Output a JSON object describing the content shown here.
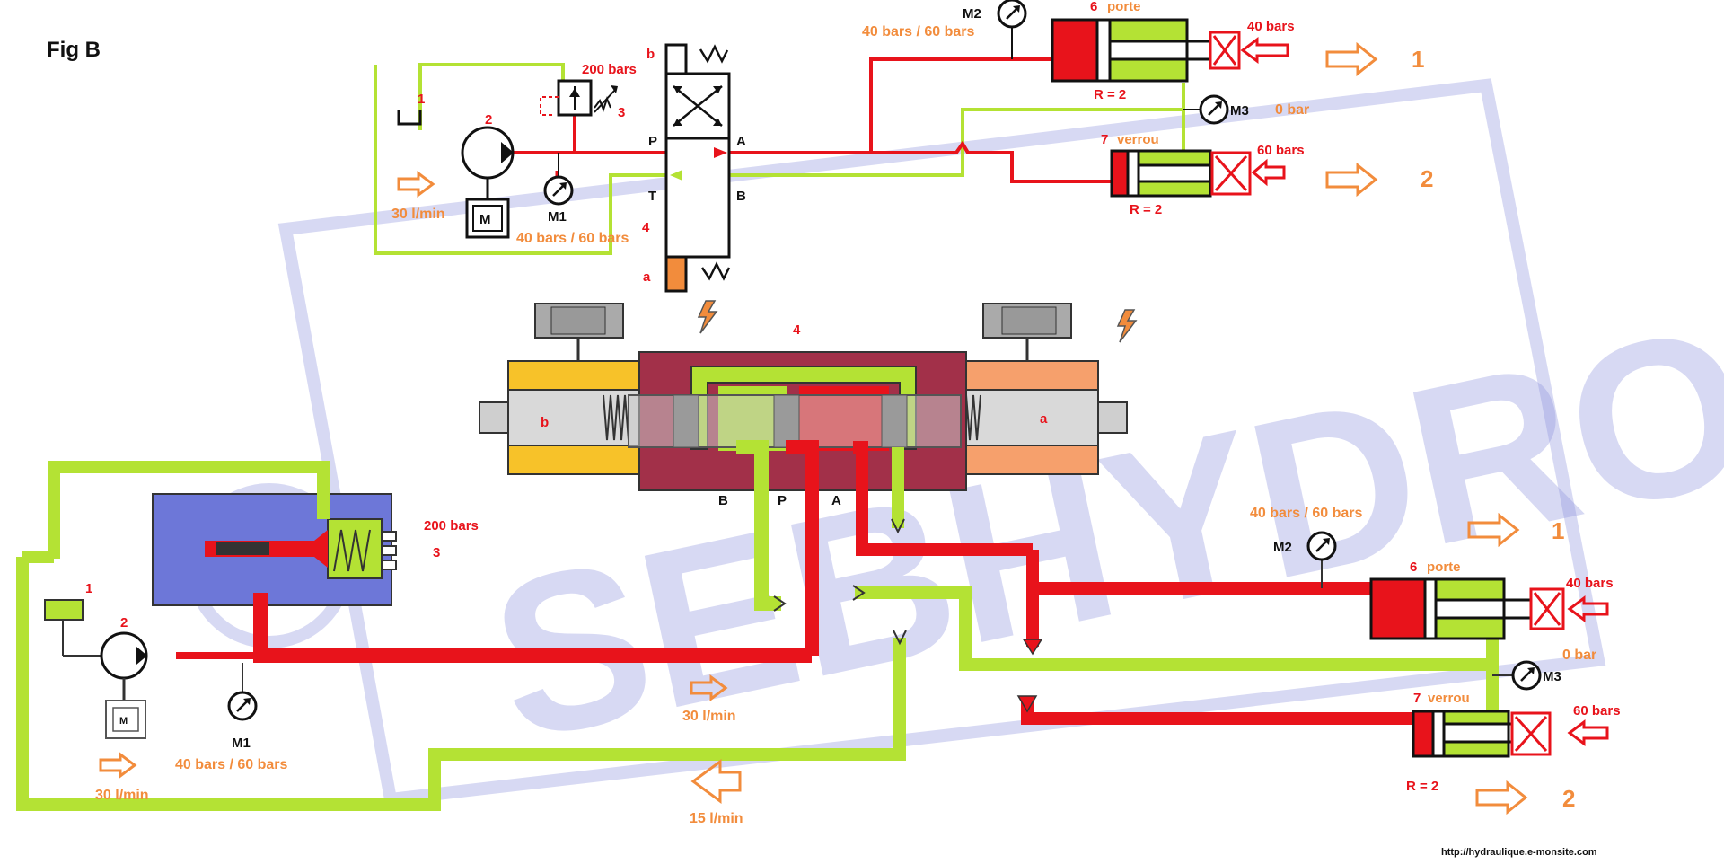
{
  "figure": {
    "title": "Fig B",
    "watermark_text": "SEBHYDRO",
    "source_url": "http://hydraulique.e-monsite.com"
  },
  "colors": {
    "pressure": "#e8131b",
    "return": "#b4e234",
    "accent": "#f28c3c",
    "valve_body": "#a23049",
    "reservoir": "#6d77d8",
    "watermark": "#8c93dd"
  },
  "schematic": {
    "tank_number": "1",
    "pump_number": "2",
    "relief_setting": "200 bars",
    "relief_number": "3",
    "valve_number": "4",
    "port_p": "P",
    "port_a": "A",
    "port_t": "T",
    "port_b": "B",
    "solenoid_b": "b",
    "solenoid_a": "a",
    "motor_label": "M",
    "gauge_m1": "M1",
    "gauge_m1_pressure": "40 bars / 60 bars",
    "flow_rate": "30 l/min",
    "gauge_m2": "M2",
    "gauge_m2_pressure": "40 bars / 60 bars",
    "cylinder_6_number": "6",
    "cylinder_6_name": "porte",
    "cylinder_6_load": "40 bars",
    "cylinder_6_ratio": "R = 2",
    "gauge_m3": "M3",
    "gauge_m3_pressure": "0 bar",
    "cylinder_7_number": "7",
    "cylinder_7_name": "verrou",
    "cylinder_7_load": "60 bars",
    "cylinder_7_ratio": "R = 2",
    "sequence_1": "1",
    "sequence_2": "2"
  },
  "cutaway": {
    "valve_number": "4",
    "solenoid_b": "b",
    "solenoid_a": "a",
    "port_b": "B",
    "port_p": "P",
    "port_a": "A",
    "relief_setting": "200 bars",
    "relief_number": "3",
    "tank_number": "1",
    "pump_number": "2",
    "motor_label": "M",
    "gauge_m1": "M1",
    "gauge_m1_pressure": "40 bars / 60 bars",
    "flow_pump": "30 l/min",
    "flow_pressure_line": "30 l/min",
    "flow_return_line": "15 l/min",
    "gauge_m2": "M2",
    "gauge_m2_pressure": "40 bars / 60 bars",
    "cylinder_6_number": "6",
    "cylinder_6_name": "porte",
    "cylinder_6_load": "40 bars",
    "gauge_m3": "M3",
    "gauge_m3_pressure": "0 bar",
    "cylinder_7_number": "7",
    "cylinder_7_name": "verrou",
    "cylinder_7_load": "60 bars",
    "cylinder_7_ratio": "R = 2",
    "sequence_1": "1",
    "sequence_2": "2"
  }
}
